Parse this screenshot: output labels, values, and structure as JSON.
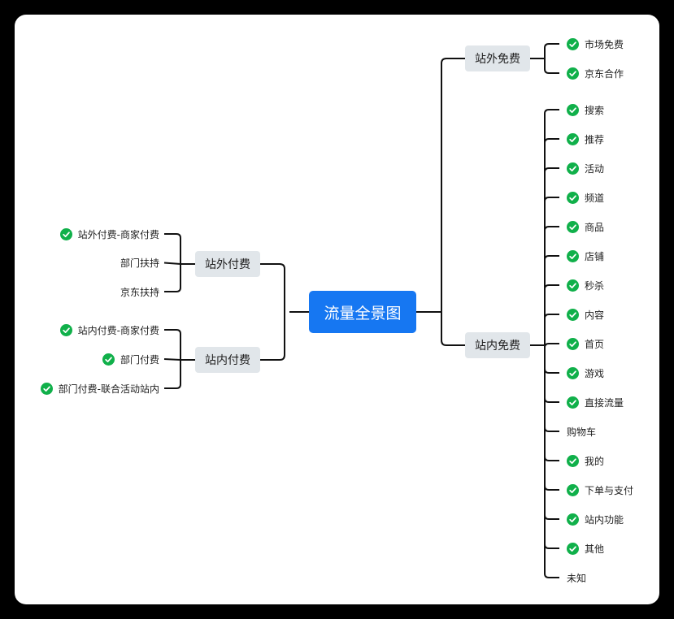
{
  "root": "流量全景图",
  "branches": {
    "offsite_paid": {
      "label": "站外付费",
      "items": [
        {
          "label": "站外付费-商家付费",
          "done": true
        },
        {
          "label": "部门扶持",
          "done": false
        },
        {
          "label": "京东扶持",
          "done": false
        }
      ]
    },
    "onsite_paid": {
      "label": "站内付费",
      "items": [
        {
          "label": "站内付费-商家付费",
          "done": true
        },
        {
          "label": "部门付费",
          "done": true
        },
        {
          "label": "部门付费-联合活动站内",
          "done": true
        }
      ]
    },
    "offsite_free": {
      "label": "站外免费",
      "items": [
        {
          "label": "市场免费",
          "done": true
        },
        {
          "label": "京东合作",
          "done": true
        }
      ]
    },
    "onsite_free": {
      "label": "站内免费",
      "items": [
        {
          "label": "搜索",
          "done": true
        },
        {
          "label": "推荐",
          "done": true
        },
        {
          "label": "活动",
          "done": true
        },
        {
          "label": "频道",
          "done": true
        },
        {
          "label": "商品",
          "done": true
        },
        {
          "label": "店铺",
          "done": true
        },
        {
          "label": "秒杀",
          "done": true
        },
        {
          "label": "内容",
          "done": true
        },
        {
          "label": "首页",
          "done": true
        },
        {
          "label": "游戏",
          "done": true
        },
        {
          "label": "直接流量",
          "done": true
        },
        {
          "label": "购物车",
          "done": false
        },
        {
          "label": "我的",
          "done": true
        },
        {
          "label": "下单与支付",
          "done": true
        },
        {
          "label": "站内功能",
          "done": true
        },
        {
          "label": "其他",
          "done": true
        },
        {
          "label": "未知",
          "done": false
        }
      ]
    }
  },
  "colors": {
    "root_bg": "#1677f2",
    "branch_bg": "#e1e6ea",
    "check": "#10b04a",
    "line": "#111111"
  }
}
